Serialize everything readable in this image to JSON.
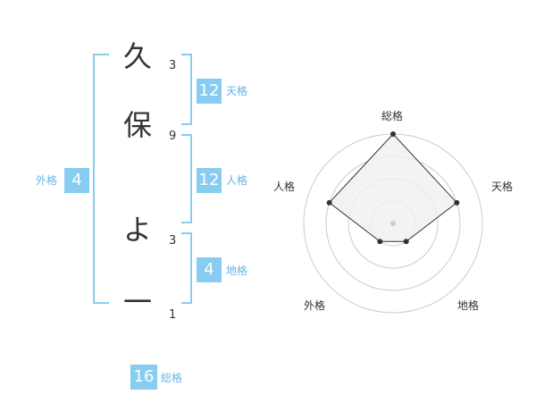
{
  "name_chars": [
    {
      "char": "久",
      "strokes": "3"
    },
    {
      "char": "保",
      "strokes": "9"
    },
    {
      "char": "よ",
      "strokes": "3"
    },
    {
      "char": "一",
      "strokes": "1"
    }
  ],
  "kaku": {
    "tenkaku": {
      "value": "12",
      "label": "天格"
    },
    "jinkaku": {
      "value": "12",
      "label": "人格"
    },
    "chikaku": {
      "value": "4",
      "label": "地格"
    },
    "gaikaku": {
      "value": "4",
      "label": "外格"
    },
    "soukaku": {
      "value": "16",
      "label": "総格"
    }
  },
  "chart_data": {
    "type": "radar",
    "axes": [
      "総格",
      "天格",
      "地格",
      "外格",
      "人格"
    ],
    "values": [
      16,
      12,
      4,
      4,
      12
    ],
    "rings": 4,
    "colors": {
      "fill": "#f0f0f0",
      "line": "#333333",
      "ring": "#cccccc"
    }
  },
  "colors": {
    "accent": "#88ccf2",
    "label_text": "#66b5e6"
  }
}
